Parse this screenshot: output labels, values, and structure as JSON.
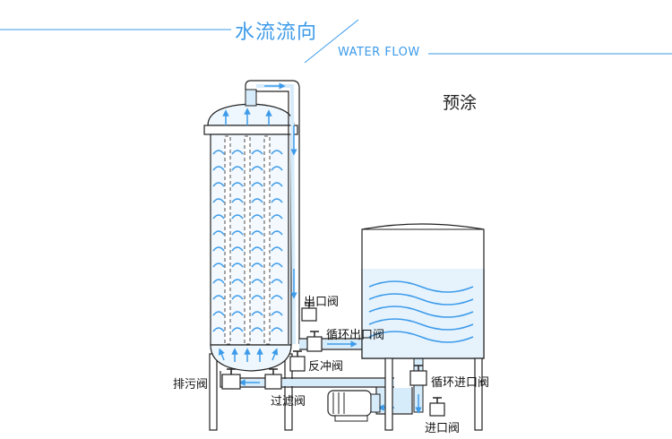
{
  "header": {
    "title": "水流流向",
    "subtitle": "WATER FLOW"
  },
  "stage": "预涂",
  "valves": {
    "outlet": "出口阀",
    "circulation_outlet": "循环出口阀",
    "backwash": "反冲阀",
    "drain": "排污阀",
    "filter": "过滤阀",
    "circulation_inlet": "循环进口阀",
    "inlet": "进口阀"
  },
  "colors": {
    "accent": "#3d9bea",
    "pipe_fill": "#d7ecfb",
    "outline": "#222222"
  }
}
